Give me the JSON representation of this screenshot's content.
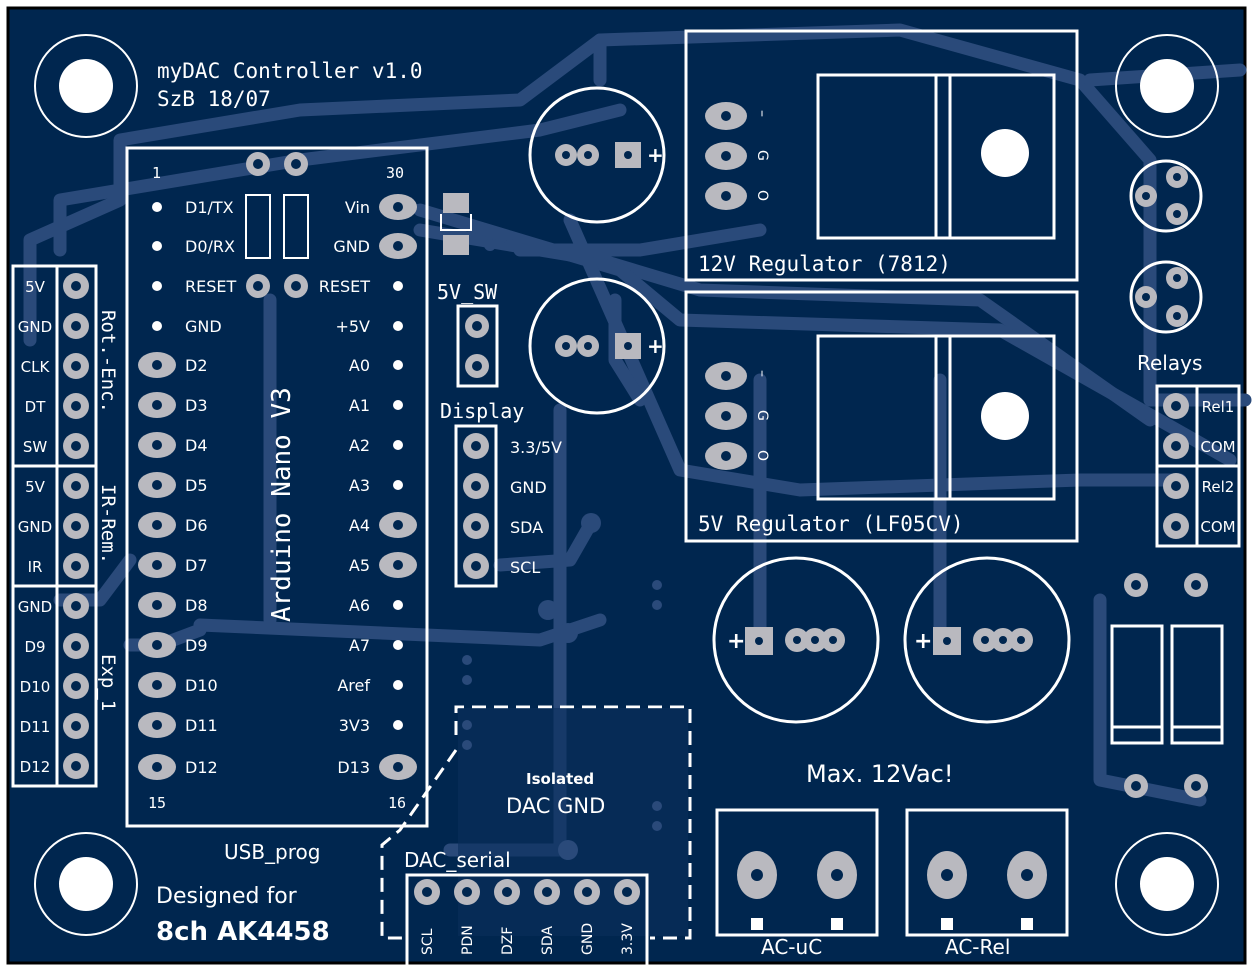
{
  "colors": {
    "board": "#00264f",
    "copper": "#2a4a7a",
    "pad": "#b9b9bf",
    "silk": "#ffffff",
    "outline": "#000000"
  },
  "board": {
    "title": "myDAC Controller v1.0",
    "subtitle": "SzB 18/07",
    "designed_for_1": "Designed for",
    "designed_for_2": "8ch AK4458",
    "usb_label": "USB_prog",
    "warning": "Max. 12Vac!"
  },
  "arduino": {
    "name": "Arduino Nano V3",
    "pin_first": "1",
    "pin_30": "30",
    "pin_15": "15",
    "pin_16": "16",
    "left_pins": [
      "D1/TX",
      "D0/RX",
      "RESET",
      "GND",
      "D2",
      "D3",
      "D4",
      "D5",
      "D6",
      "D7",
      "D8",
      "D9",
      "D10",
      "D11",
      "D12"
    ],
    "right_pins": [
      "Vin",
      "GND",
      "RESET",
      "+5V",
      "A0",
      "A1",
      "A2",
      "A3",
      "A4",
      "A5",
      "A6",
      "A7",
      "Aref",
      "3V3",
      "D13"
    ]
  },
  "left_connectors": {
    "rot_enc": {
      "label": "Rot.-Enc.",
      "pins": [
        "5V",
        "GND",
        "CLK",
        "DT",
        "SW"
      ]
    },
    "ir_rem": {
      "label": "IR-Rem.",
      "pins": [
        "5V",
        "GND",
        "IR"
      ]
    },
    "exp1": {
      "label": "Exp_1",
      "pins": [
        "GND",
        "D9",
        "D10",
        "D11",
        "D12"
      ]
    }
  },
  "switch_5v": {
    "label": "5V_SW"
  },
  "display": {
    "label": "Display",
    "pins": [
      "3.3/5V",
      "GND",
      "SDA",
      "SCL"
    ]
  },
  "regulators": {
    "r12": {
      "label": "12V Regulator (7812)",
      "pin_labels": [
        "–",
        "G",
        "O"
      ]
    },
    "r5": {
      "label": "5V Regulator (LF05CV)",
      "pin_labels": [
        "–",
        "G",
        "O"
      ]
    }
  },
  "relays": {
    "label": "Relays",
    "pins": [
      "Rel1",
      "COM",
      "Rel2",
      "COM"
    ]
  },
  "isolated": {
    "line1": "Isolated",
    "line2": "DAC GND"
  },
  "dac_serial": {
    "label": "DAC_serial",
    "pins": [
      "SCL",
      "PDN",
      "DZF",
      "SDA",
      "GND",
      "3.3V"
    ]
  },
  "ac_terminals": {
    "ac_uc": "AC-uC",
    "ac_rel": "AC-Rel"
  },
  "cap_plus": "+"
}
